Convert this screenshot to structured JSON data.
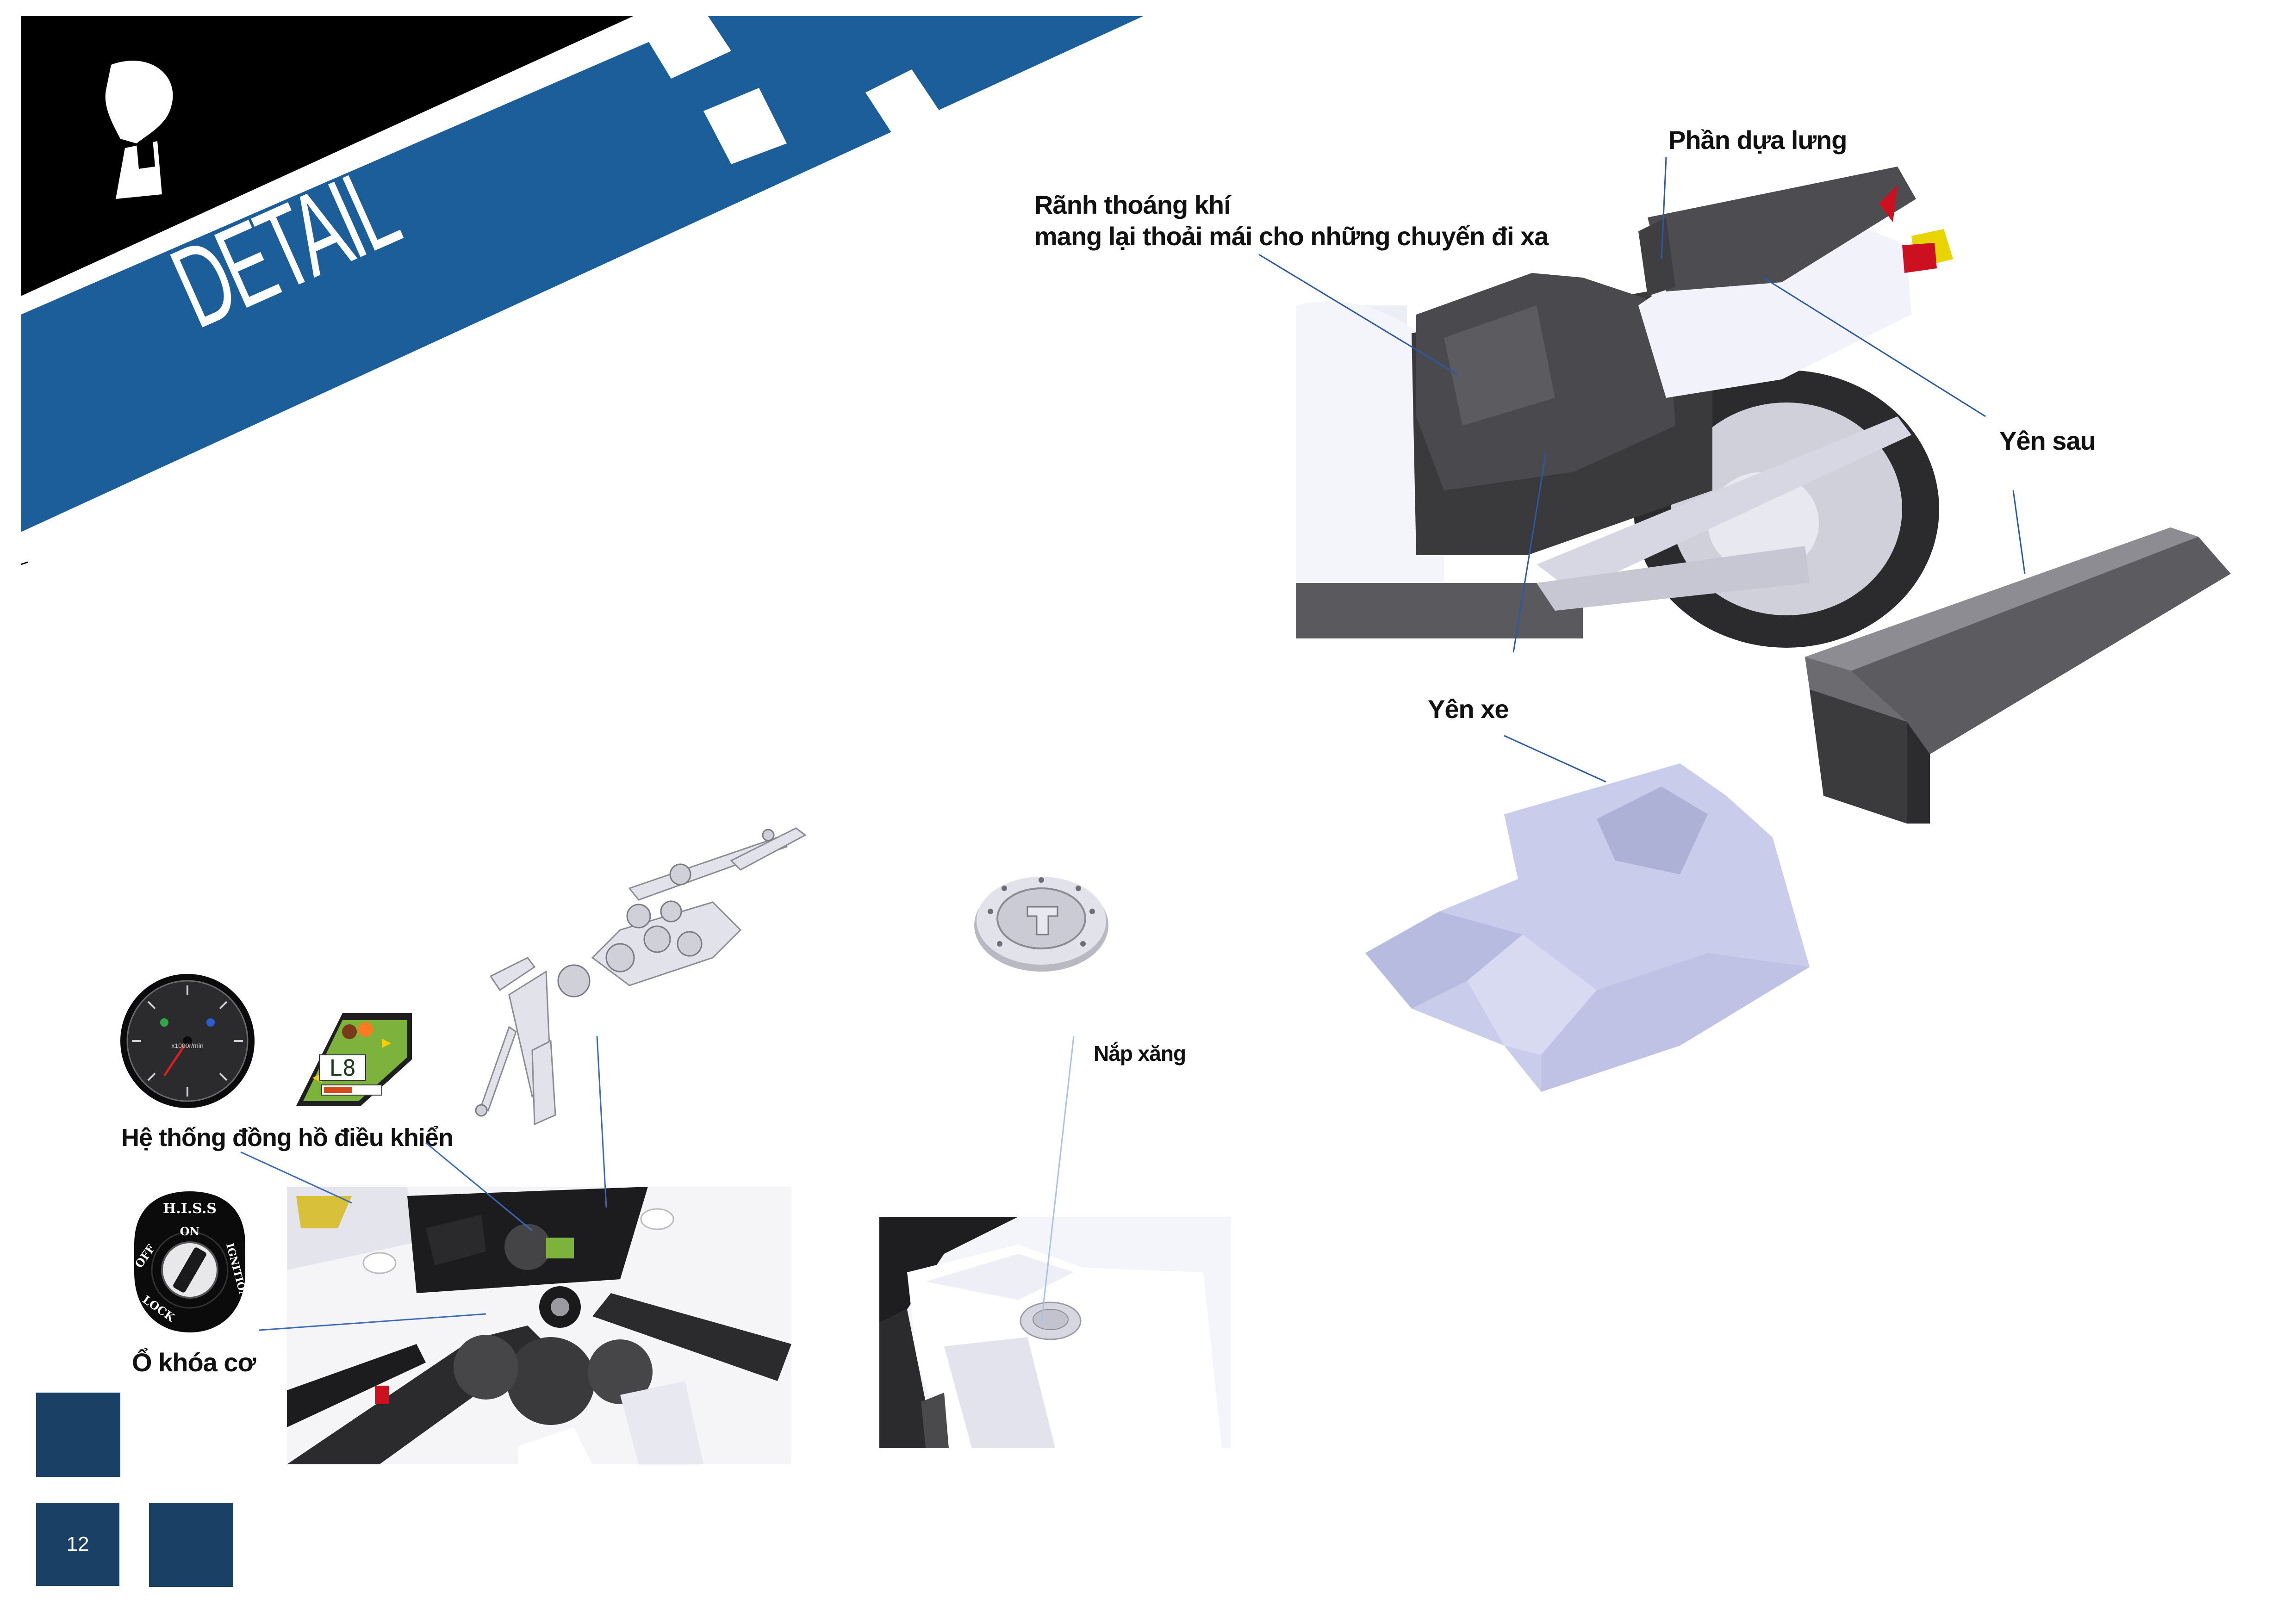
{
  "header": {
    "title": "DETAIL",
    "colors": {
      "blue": "#1b5e99",
      "black": "#000000",
      "white": "#ffffff"
    }
  },
  "labels": {
    "backrest": "Phần dựa lưng",
    "vent_line1": "Rãnh thoáng khí",
    "vent_line2": "mang lại thoải mái cho những chuyến đi xa",
    "rear_seat": "Yên sau",
    "main_seat": "Yên xe",
    "fuel_cap": "Nắp xăng",
    "dashboard": "Hệ thống đồng hồ điều khiển",
    "ignition": "Ổ khóa cơ"
  },
  "gauge": {
    "scale_text": "x1000r/min"
  },
  "lcd": {
    "code": "L8"
  },
  "ignition_switch": {
    "top": "H.I.S.S",
    "on": "ON",
    "off": "OFF",
    "ignition": "IGNITION",
    "lock": "LOCK"
  },
  "footer": {
    "page_number": "12",
    "square_color": "#1b4065"
  }
}
